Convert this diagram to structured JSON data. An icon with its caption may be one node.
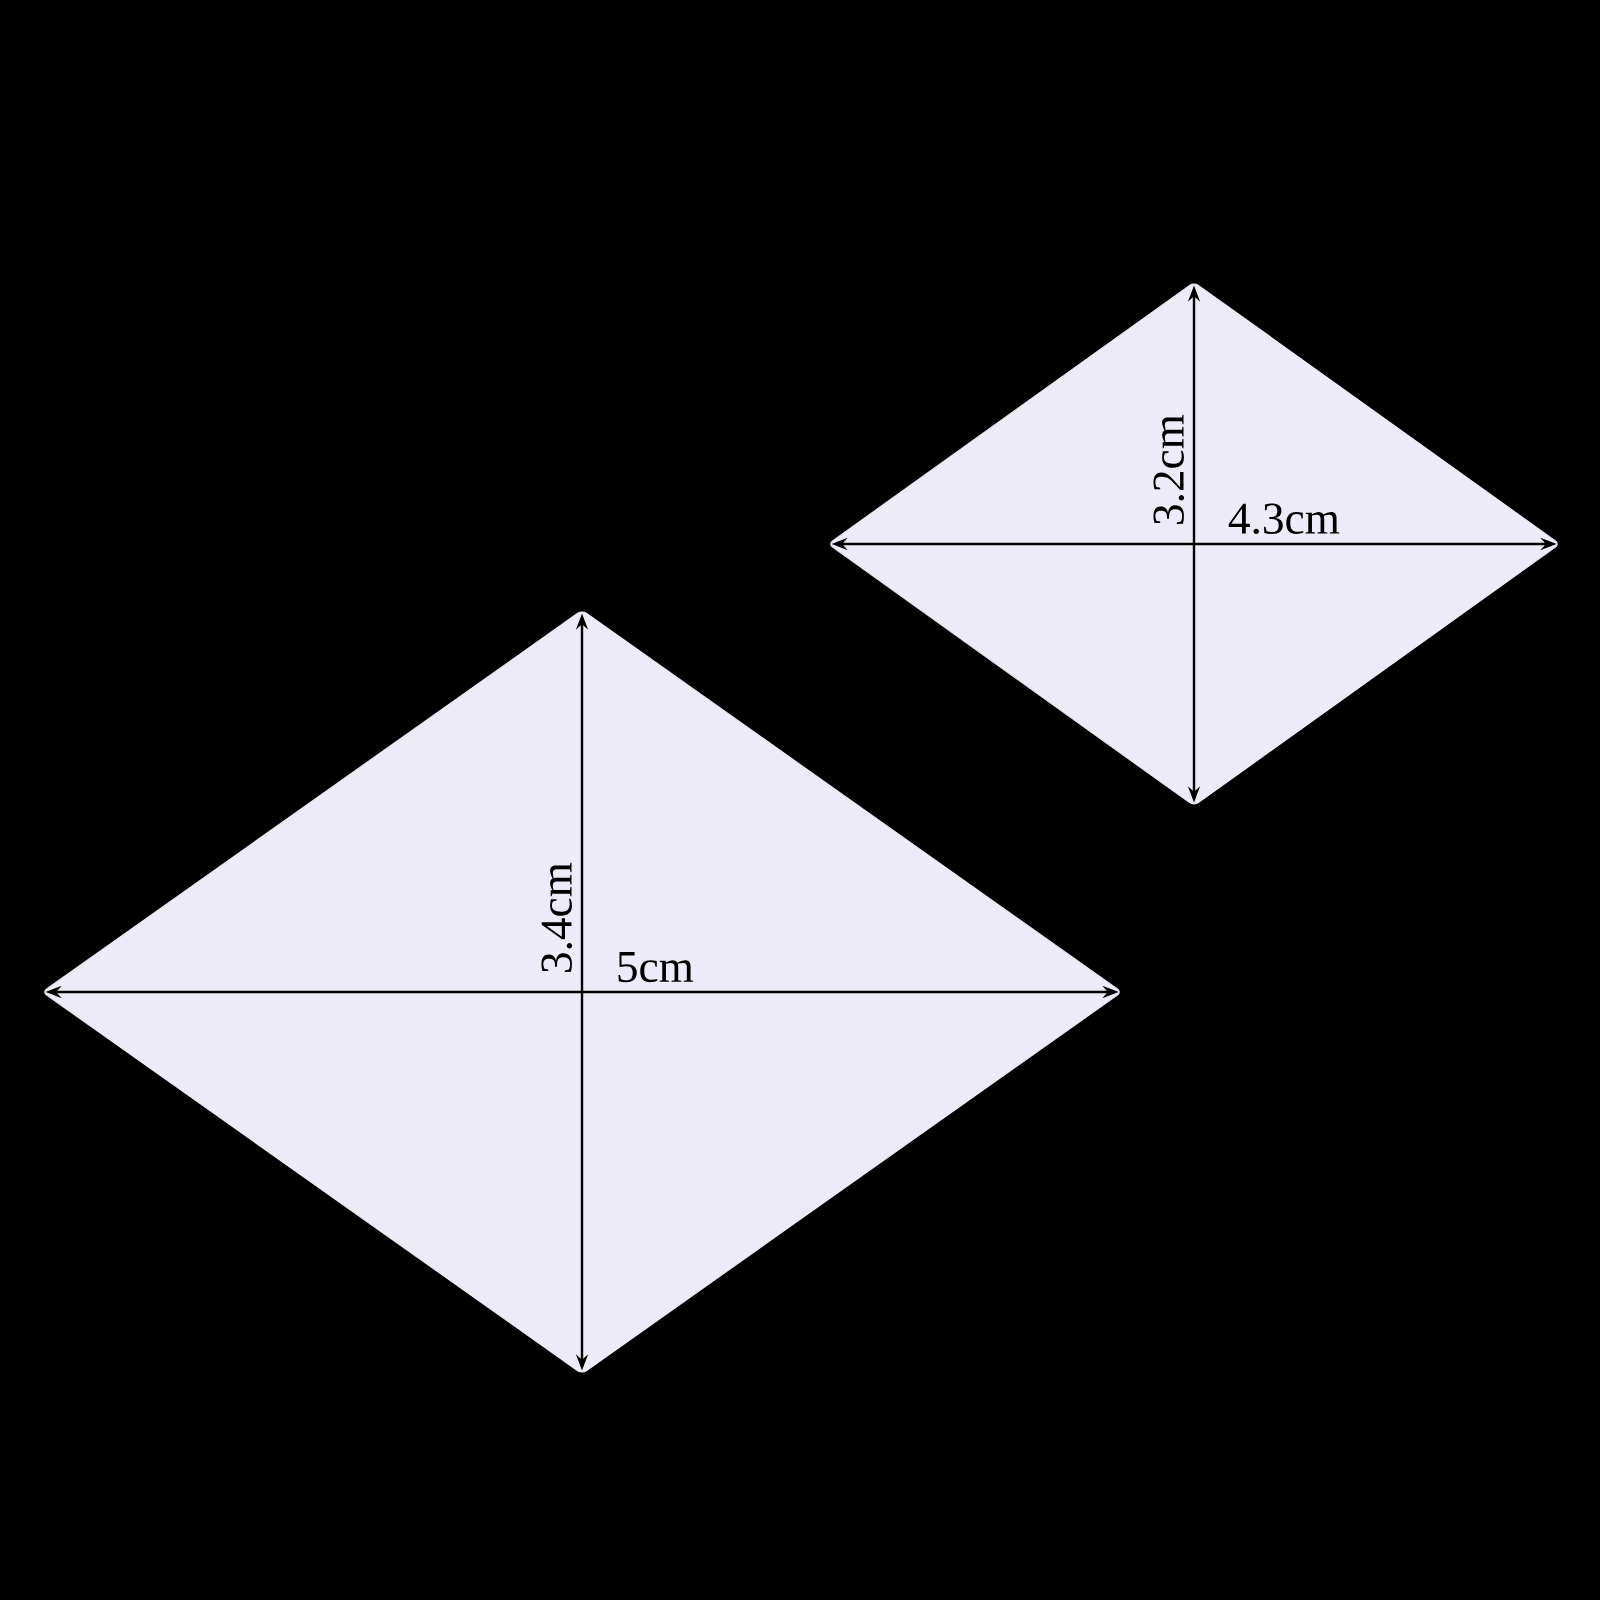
{
  "diagram": {
    "nodes": [
      {
        "text": [],
        "shape": "diamond"
      },
      {
        "text": [],
        "shape": "diamond"
      }
    ],
    "labels": [
      "3.2cm",
      "4.3cm",
      "3.4cm",
      "5cm"
    ]
  }
}
